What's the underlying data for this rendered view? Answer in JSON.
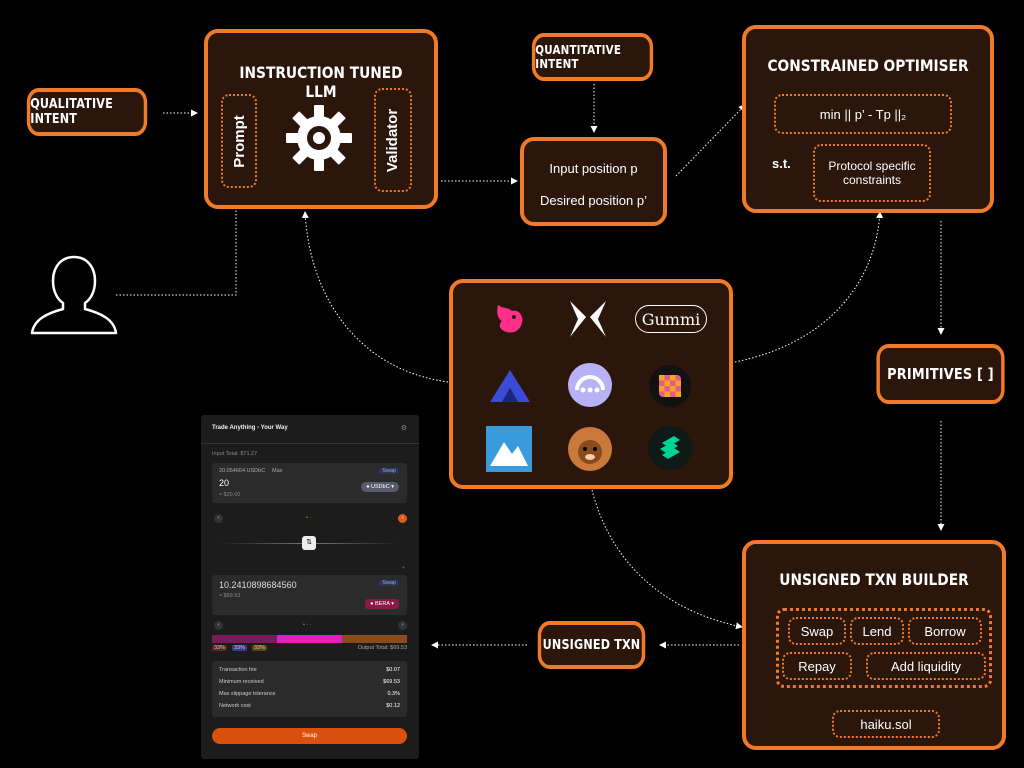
{
  "colors": {
    "accent": "#f07a2a",
    "box_fill": "#2b160c",
    "background": "#000000"
  },
  "qualitative_intent": "QUALITATIVE INTENT",
  "llm": {
    "title": "INSTRUCTION TUNED LLM",
    "prompt": "Prompt",
    "validator": "Validator",
    "icon": "gear-icon"
  },
  "quantitative_intent": "QUANTITATIVE INTENT",
  "positions": {
    "input": "Input position p",
    "desired": "Desired position p’"
  },
  "optimiser": {
    "title": "CONSTRAINED OPTIMISER",
    "objective": "min || p’ - Tp ||₂",
    "st": "s.t.",
    "constraints_line1": "Protocol specific",
    "constraints_line2": "constraints"
  },
  "primitives": "PRIMITIVES [ ]",
  "protocols": {
    "gummi_label": "Gummi",
    "logos": [
      "uniswap-icon",
      "butterfly-icon",
      "gummi-logo",
      "mountain-a-icon",
      "dots-circle-icon",
      "checker-icon",
      "snow-mountain-icon",
      "bear-icon",
      "compound-icon"
    ]
  },
  "unsigned_txn": "UNSIGNED TXN",
  "builder": {
    "title": "UNSIGNED TXN BUILDER",
    "ops": [
      "Swap",
      "Lend",
      "Borrow",
      "Repay",
      "Add liquidity"
    ],
    "wallet": "haiku.sol"
  },
  "app": {
    "title": "Trade Anything - Your Way",
    "input_total": "Input Total: $71.27",
    "in_balance": "20.054664 USDbC",
    "max": "Max",
    "in_tag": "Swap",
    "in_amount": "20",
    "in_usd": "≈ $20.00",
    "in_token": "USDbC",
    "out_amount": "10.2410898684560",
    "out_usd": "≈ $69.53",
    "out_tag": "Swap",
    "out_token": "BERA",
    "output_total": "Output Total: $69.53",
    "pct": [
      "33%",
      "33%",
      "33%"
    ],
    "rows": [
      {
        "label": "Transaction fee",
        "value": "$0.07"
      },
      {
        "label": "Minimum received",
        "value": "$69.53"
      },
      {
        "label": "Max slippage tolerance",
        "value": "0.3%"
      },
      {
        "label": "Network cost",
        "value": "$0.12"
      }
    ],
    "swap_button": "Swap"
  }
}
